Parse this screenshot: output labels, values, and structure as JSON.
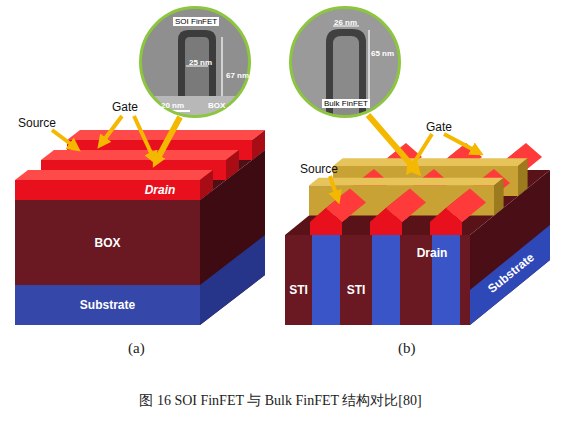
{
  "diagram": {
    "caption": "图 16 SOI FinFET 与 Bulk FinFET 结构对比[80]",
    "nodes": [
      {
        "text": [
          "SOI FinFET",
          "25 nm",
          "67 nm",
          "20 nm",
          "BOX"
        ]
      },
      {
        "text": [
          "Drain"
        ]
      },
      {
        "text": [
          "BOX"
        ]
      },
      {
        "text": [
          "Substrate"
        ]
      },
      {
        "text": [
          "26 nm",
          "65 nm",
          "Bulk FinFET"
        ]
      },
      {
        "text": [
          "STI"
        ]
      },
      {
        "text": [
          "STI"
        ]
      },
      {
        "text": [
          "Drain"
        ]
      },
      {
        "text": [
          "Substrate"
        ]
      }
    ],
    "labels": [
      "Source",
      "Gate",
      "(a)",
      "Source",
      "Gate",
      "(b)"
    ]
  }
}
